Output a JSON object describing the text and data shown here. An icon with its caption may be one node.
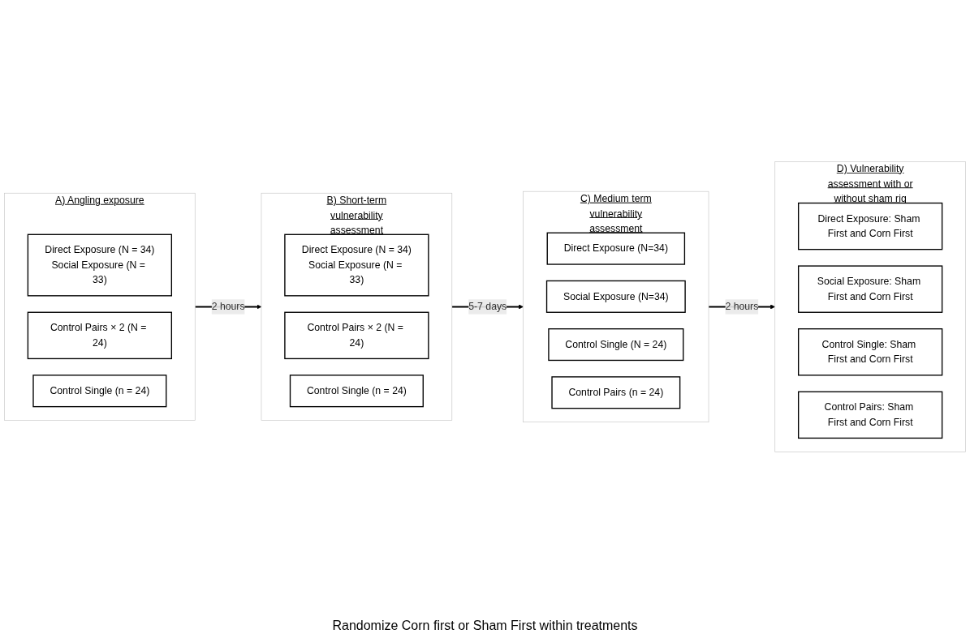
{
  "diagram": {
    "nodes": [
      {
        "text": [
          "A) Angling exposure"
        ]
      },
      {
        "text": [
          "Direct Exposure (N = 34)",
          "Social Exposure (N = 33)"
        ],
        "in": 0
      },
      {
        "text": [
          "Control Pairs × 2 (N = 24)"
        ],
        "in": 0
      },
      {
        "text": [
          "Control Single (n = 24)"
        ],
        "in": 0
      },
      {
        "text": [
          "B) Short-term vulnerability assessment"
        ]
      },
      {
        "text": [
          "Direct Exposure (N = 34)",
          "Social Exposure (N = 33)"
        ],
        "in": 4
      },
      {
        "text": [
          "Control Pairs × 2 (N = 24)"
        ],
        "in": 4
      },
      {
        "text": [
          "Control Single (n = 24)"
        ],
        "in": 4
      },
      {
        "text": [
          "C) Medium term vulnerability assessment"
        ]
      },
      {
        "text": [
          "Direct Exposure (N=34)"
        ],
        "in": 8
      },
      {
        "text": [
          "Social Exposure (N=34)"
        ],
        "in": 8
      },
      {
        "text": [
          "Control Single (N = 24)"
        ],
        "in": 8
      },
      {
        "text": [
          "Control Pairs (n = 24)"
        ],
        "in": 8
      },
      {
        "text": [
          "D) Vulnerability assessment with or without sham rig"
        ]
      },
      {
        "text": [
          "Direct Exposure: Sham First and Corn First"
        ],
        "in": 13
      },
      {
        "text": [
          "Social Exposure: Sham First and Corn First"
        ],
        "in": 13
      },
      {
        "text": [
          "Control Single: Sham First and Corn First"
        ],
        "in": 13
      },
      {
        "text": [
          "Control Pairs: Sham First and Corn First"
        ],
        "in": 13
      }
    ],
    "edges": [
      {
        "from": 0,
        "to": 4,
        "arrow": "to",
        "label": "2 hours"
      },
      {
        "from": 4,
        "to": 8,
        "arrow": "to",
        "label": "5-7 days"
      },
      {
        "from": 8,
        "to": 13,
        "arrow": "to",
        "label": "2 hours"
      }
    ],
    "labels": [
      "Randomize Corn first or Sham First within treatments"
    ]
  }
}
